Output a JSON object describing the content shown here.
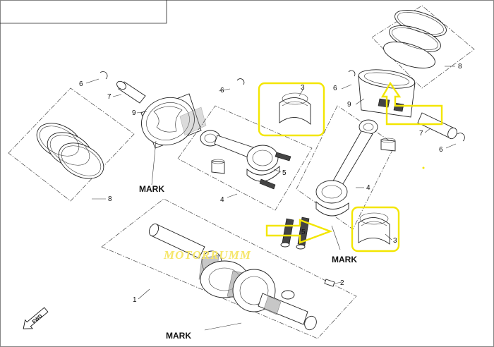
{
  "callouts": {
    "c1": "1",
    "c2": "2",
    "c3_top": "3",
    "c3_right": "3",
    "c4_left": "4",
    "c4_right": "4",
    "c5_left": "5",
    "c5_right": "5",
    "c6_a": "6",
    "c6_b": "6",
    "c6_c": "6",
    "c6_d": "6",
    "c7_left": "7",
    "c7_right": "7",
    "c8_left": "8",
    "c8_right": "8",
    "c9_left": "9",
    "c9_right": "9"
  },
  "marks": {
    "mark_left": "MARK",
    "mark_right": "MARK",
    "mark_bottom": "MARK"
  },
  "watermark": "MOTORRUMM",
  "fwd_label": "FWD",
  "highlight_color": "#f3e600"
}
